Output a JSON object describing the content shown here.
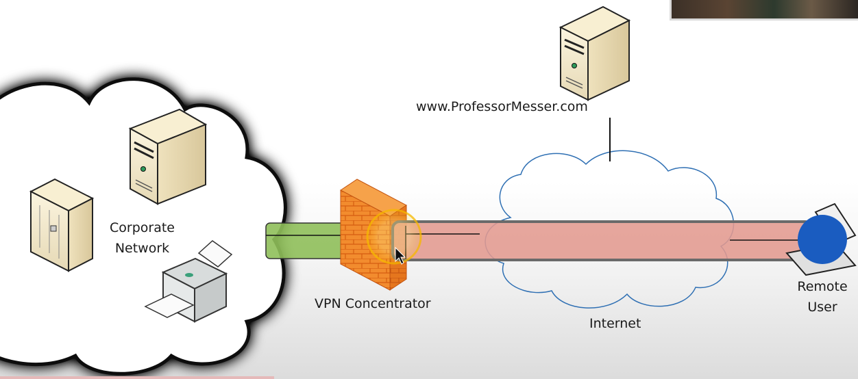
{
  "labels": {
    "website": "www.ProfessorMesser.com",
    "corporate_line1": "Corporate",
    "corporate_line2": "Network",
    "vpn_concentrator": "VPN Concentrator",
    "internet": "Internet",
    "remote_line1": "Remote",
    "remote_line2": "User"
  },
  "icons": {
    "web_server": "server-icon",
    "corporate_server": "server-icon",
    "mainframe": "mainframe-icon",
    "printer": "printer-icon",
    "firewall": "firewall-icon",
    "laptop": "laptop-icon",
    "cursor": "mouse-cursor-icon"
  },
  "colors": {
    "encrypted_tunnel": "#e39a90",
    "local_tunnel": "#8fbf5a",
    "firewall": "#f08a2a",
    "internet_cloud_stroke": "#2e6fb3",
    "remote_user_dot": "#1a5cc0",
    "highlight_ring": "#f5b800"
  }
}
